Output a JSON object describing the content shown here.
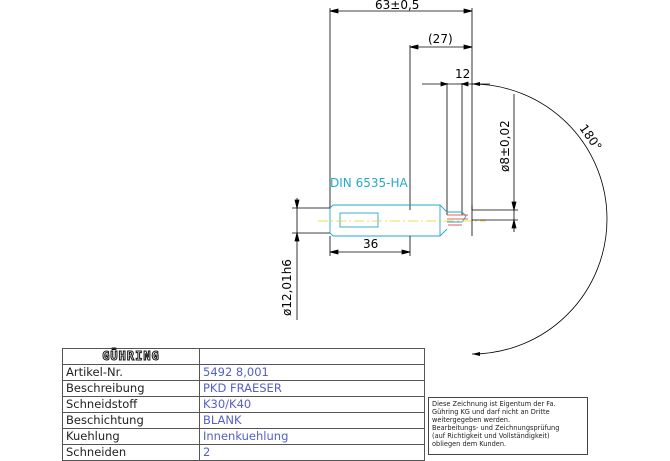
{
  "dimensions": {
    "overall_length": "63±0,5",
    "ref_length": "(27)",
    "small_length": "12",
    "diameter_tip": "ø8±0,02",
    "angle": "180°",
    "standard": "DIN 6535-HA",
    "shank_length": "36",
    "shank_diameter": "ø12,01h6"
  },
  "title_block": {
    "logo": "GÜHRING",
    "rows": [
      {
        "label": "Artikel-Nr.",
        "value": "5492 8,001"
      },
      {
        "label": "Beschreibung",
        "value": "PKD FRAESER"
      },
      {
        "label": "Schneidstoff",
        "value": "K30/K40"
      },
      {
        "label": "Beschichtung",
        "value": "BLANK"
      },
      {
        "label": "Kuehlung",
        "value": "Innenkuehlung"
      },
      {
        "label": "Schneiden",
        "value": "2"
      }
    ]
  },
  "notice": {
    "lines": [
      "Diese Zeichnung ist Eigentum der Fa.",
      "Gühring KG und darf nicht an Dritte",
      "weitergegeben werden.",
      "Bearbeitungs- und Zeichnungsprüfung",
      "(auf Richtigkeit und Vollständigkeit)",
      "obliegen dem Kunden."
    ]
  },
  "colors": {
    "line": "#000000",
    "tool_outline": "#27a9c9",
    "centerline": "#e8d21c",
    "cutting_edge": "#e0302a",
    "value_text": "#5560c8"
  }
}
